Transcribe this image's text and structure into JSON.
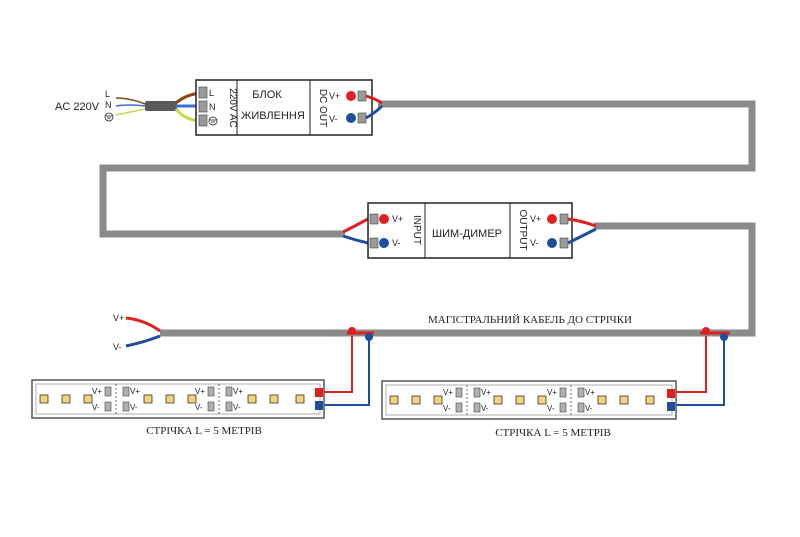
{
  "mains": {
    "ac_label": "AC 220V",
    "l": "L",
    "n": "N"
  },
  "power_supply": {
    "in_label": "220V AC",
    "terminal_l": "L",
    "terminal_n": "N",
    "title_line1": "БЛОК",
    "title_line2": "ЖИВЛЕННЯ",
    "out_label": "DC OUT",
    "vplus": "V+",
    "vminus": "V-"
  },
  "dimmer": {
    "input_label": "INPUT",
    "output_label": "OUTPUT",
    "title": "ШИМ-ДИМЕР",
    "in_vplus": "V+",
    "in_vminus": "V-",
    "out_vplus": "V+",
    "out_vminus": "V-"
  },
  "cable": {
    "label": "МАГІСТРАЛЬНИЙ КАБЕЛЬ ДО СТРІЧКИ",
    "vplus": "V+",
    "vminus": "V-"
  },
  "strips": [
    {
      "caption": "СТРІЧКА L = 5 МЕТРІВ",
      "seg_vplus": "V+",
      "seg_vminus": "V-"
    },
    {
      "caption": "СТРІЧКА L = 5 МЕТРІВ",
      "seg_vplus": "V+",
      "seg_vminus": "V-"
    }
  ],
  "colors": {
    "cable": "#8a8a8a",
    "positive": "#e02020",
    "negative": "#1f4e9a",
    "brown": "#8b4513",
    "earth": "#c8d84a",
    "led": "#f3d27a",
    "strip_border": "#555555"
  }
}
